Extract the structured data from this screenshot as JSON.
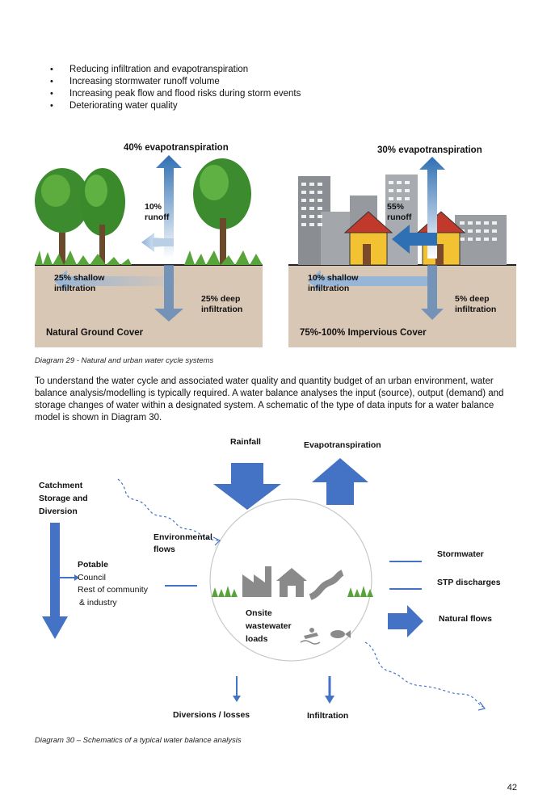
{
  "bullets": [
    "Reducing infiltration and evapotranspiration",
    "Increasing stormwater runoff volume",
    "Increasing peak flow and flood risks during storm events",
    "Deteriorating water quality"
  ],
  "diagram29": {
    "natural": {
      "evap": "40% evapotranspiration",
      "runoff": "10% runoff",
      "shallow": "25% shallow infiltration",
      "deep": "25% deep infiltration",
      "title": "Natural Ground Cover"
    },
    "urban": {
      "evap": "30% evapotranspiration",
      "runoff": "55% runoff",
      "shallow": "10% shallow infiltration",
      "deep": "5% deep infiltration",
      "title": "75%-100% Impervious Cover"
    },
    "caption": "Diagram 29 - Natural and urban water cycle systems"
  },
  "paragraph": "To understand the water cycle and associated water quality and quantity budget of an urban environment, water balance analysis/modelling is typically required. A water balance analyses the input (source), output (demand) and storage changes of water within a designated system. A schematic of the type of data inputs for a water balance model is shown in Diagram 30.",
  "diagram30": {
    "rainfall": "Rainfall",
    "evapotranspiration": "Evapotranspiration",
    "catchment": "Catchment Storage and Diversion",
    "environmental": "Environmental flows",
    "potable": "Potable",
    "council": "Council",
    "rest": "Rest of community",
    "industry": "& industry",
    "onsite": "Onsite wastewater loads",
    "stormwater": "Stormwater",
    "stp": "STP discharges",
    "natural_flows": "Natural flows",
    "diversions": "Diversions / losses",
    "infiltration": "Infiltration",
    "caption": "Diagram 30  – Schematics of a typical water balance analysis"
  },
  "page_number": "42",
  "colors": {
    "arrow_blue": "#4472c4",
    "soil": "#d9c7b5",
    "grass": "#56a43a",
    "tree": "#3d8b2f"
  }
}
